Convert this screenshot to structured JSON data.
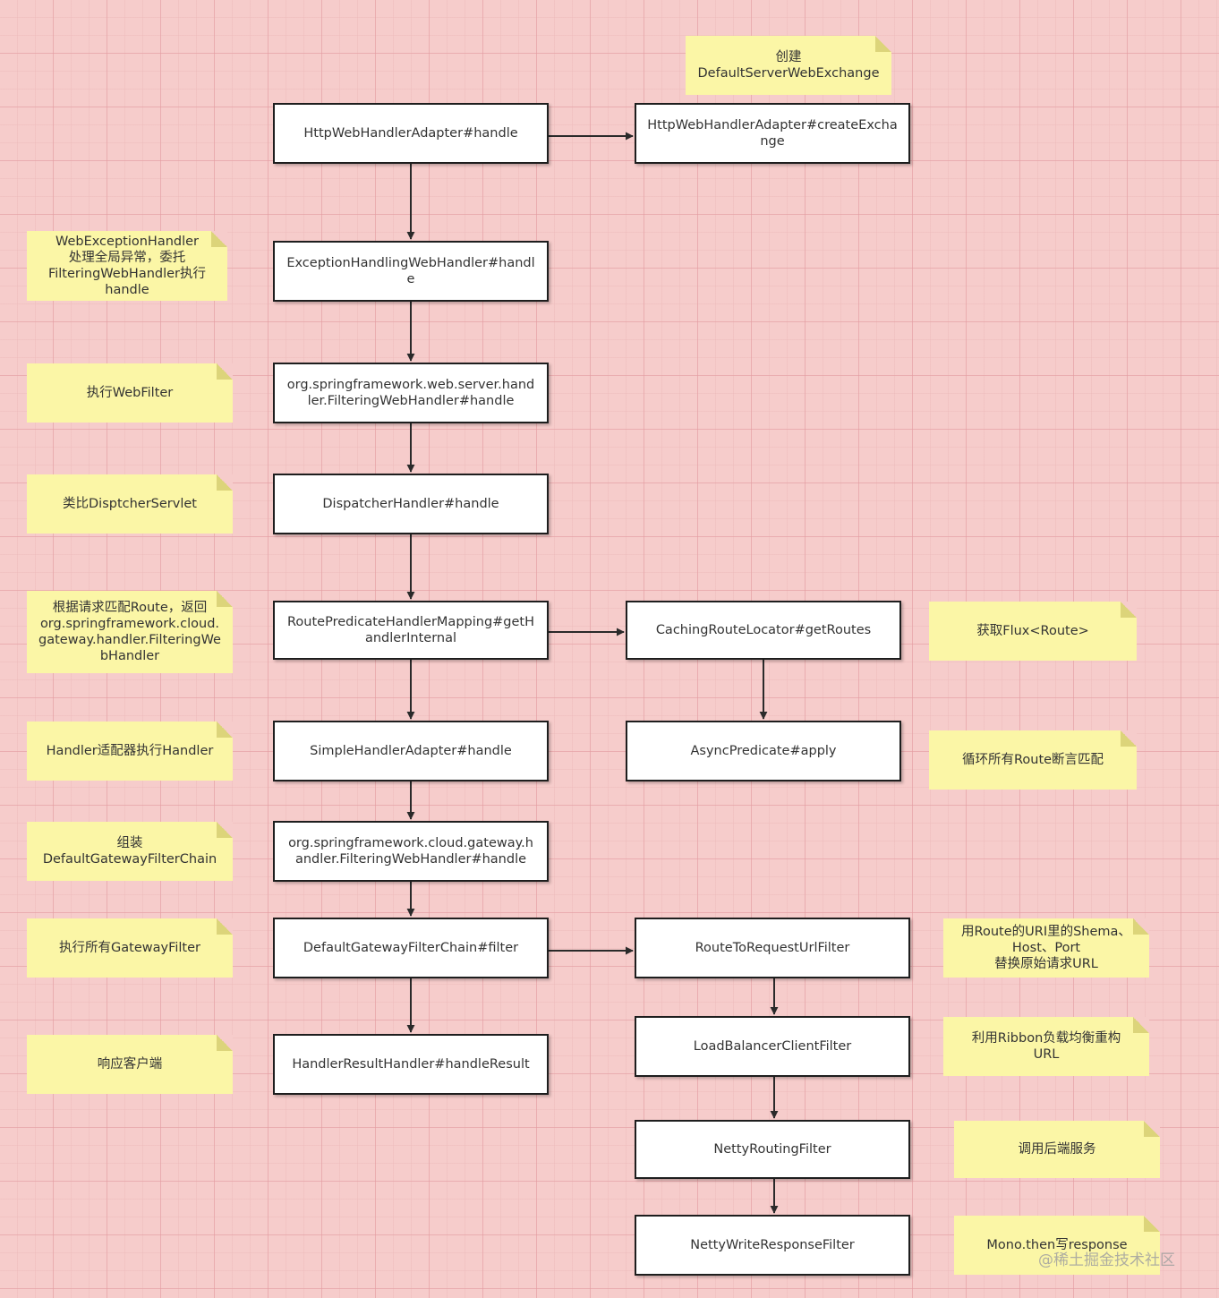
{
  "boxes": {
    "http_handle": "HttpWebHandlerAdapter#handle",
    "create_exchange": "HttpWebHandlerAdapter#createExchange",
    "exception_handling": "ExceptionHandlingWebHandler#handle",
    "filtering_web": "org.springframework.web.server.handler.FilteringWebHandler#handle",
    "dispatcher": "DispatcherHandler#handle",
    "route_predicate": "RoutePredicateHandlerMapping#getHandlerInternal",
    "caching_route_locator": "CachingRouteLocator#getRoutes",
    "async_predicate": "AsyncPredicate#apply",
    "simple_handler_adapter": "SimpleHandlerAdapter#handle",
    "gateway_filtering": "org.springframework.cloud.gateway.handler.FilteringWebHandler#handle",
    "filter_chain": "DefaultGatewayFilterChain#filter",
    "route_to_request_url": "RouteToRequestUrlFilter",
    "load_balancer": "LoadBalancerClientFilter",
    "netty_routing": "NettyRoutingFilter",
    "handler_result": "HandlerResultHandler#handleResult",
    "netty_write_response": "NettyWriteResponseFilter"
  },
  "notes": {
    "create_exchange": "创建\nDefaultServerWebExchange",
    "exception": "WebExceptionHandler\n处理全局异常，委托\nFilteringWebHandler执行\nhandle",
    "web_filter": "执行WebFilter",
    "dispatcher": "类比DisptcherServlet",
    "route_predicate": "根据请求匹配Route，返回\norg.springframework.cloud.\ngateway.handler.FilteringWe\nbHandler",
    "flux_route": "获取Flux<Route>",
    "handler_adapter": "Handler适配器执行Handler",
    "route_assert": "循环所有Route断言匹配",
    "assemble_chain": "组装\nDefaultGatewayFilterChain",
    "gateway_filter": "执行所有GatewayFilter",
    "replace_url": "用Route的URI里的Shema、\nHost、Port\n替换原始请求URL",
    "ribbon": "利用Ribbon负载均衡重构\nURL",
    "respond_client": "响应客户端",
    "call_backend": "调用后端服务",
    "mono_then": "Mono.then写response"
  },
  "watermark": "@稀土掘金技术社区",
  "colors": {
    "background": "#f6cccb",
    "note": "#fbf6a6",
    "box_border": "#1e1e1e",
    "arrow": "#2a2a2a"
  }
}
